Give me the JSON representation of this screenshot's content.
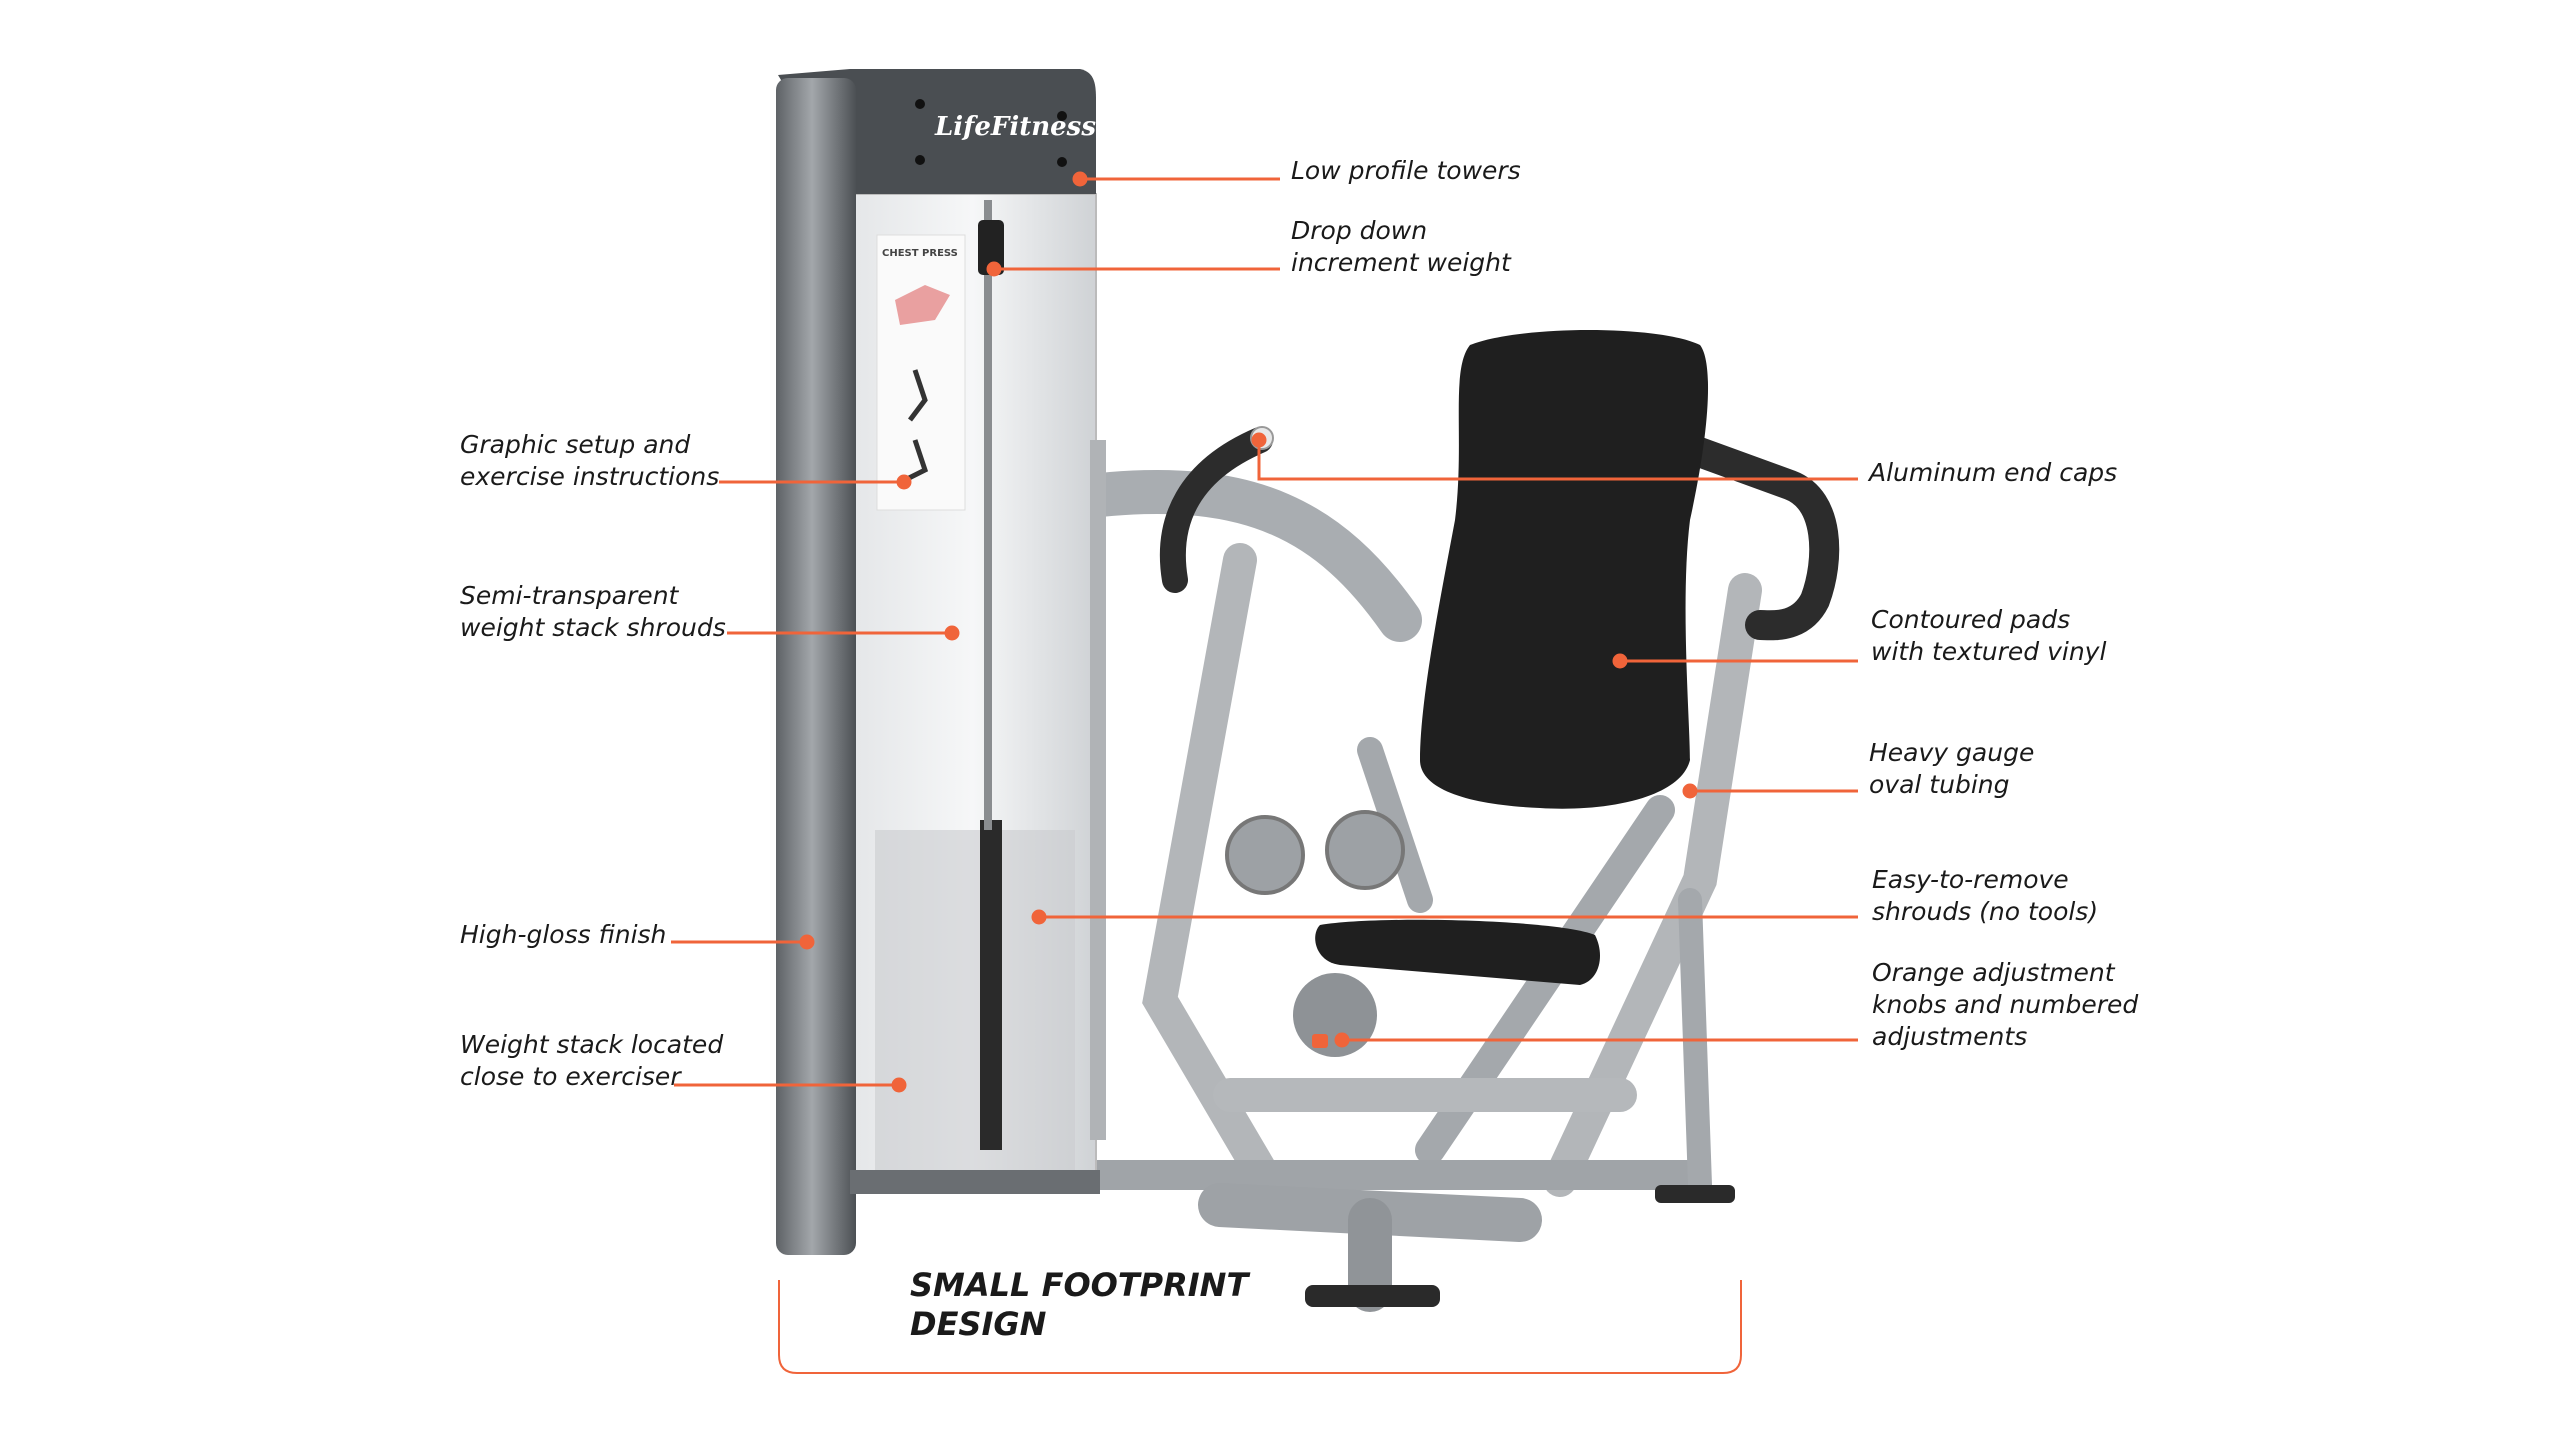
{
  "brand": {
    "logo_text": "LifeFitness",
    "placard_title": "CHEST PRESS"
  },
  "colors": {
    "accent": "#f0643a",
    "frame": "#b9bcbf",
    "pad": "#1e1e1e",
    "tower": "#707478"
  },
  "callouts_left": [
    {
      "lines": [
        "Graphic setup and",
        "exercise instructions"
      ]
    },
    {
      "lines": [
        "Semi-transparent",
        "weight stack shrouds"
      ]
    },
    {
      "lines": [
        "High-gloss finish"
      ]
    },
    {
      "lines": [
        "Weight stack located",
        "close to exerciser"
      ]
    }
  ],
  "callouts_right": [
    {
      "lines": [
        "Low profile towers"
      ]
    },
    {
      "lines": [
        "Drop down",
        "increment weight"
      ]
    },
    {
      "lines": [
        "Aluminum end caps"
      ]
    },
    {
      "lines": [
        "Contoured pads",
        "with textured vinyl"
      ]
    },
    {
      "lines": [
        "Heavy gauge",
        "oval tubing"
      ]
    },
    {
      "lines": [
        "Easy-to-remove",
        "shrouds (no tools)"
      ]
    },
    {
      "lines": [
        "Orange adjustment",
        "knobs and numbered",
        "adjustments"
      ]
    }
  ],
  "footprint": {
    "lines": [
      "SMALL FOOTPRINT",
      "DESIGN"
    ]
  }
}
